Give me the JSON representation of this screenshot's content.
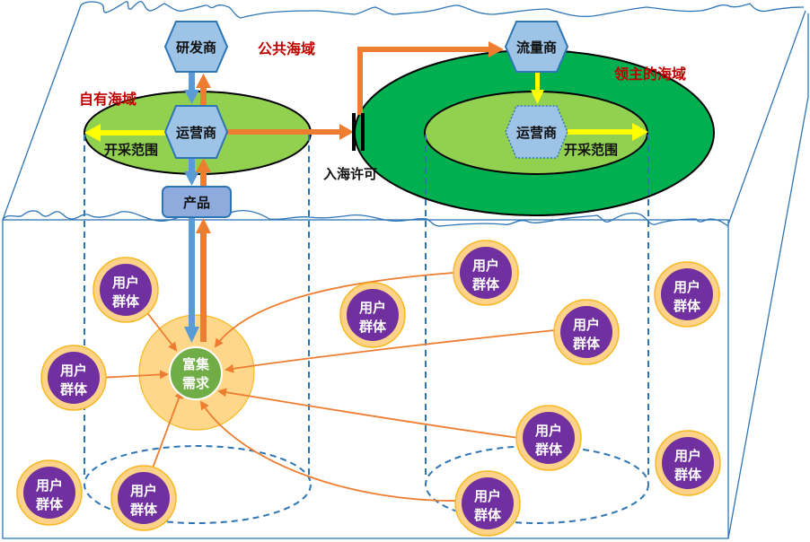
{
  "labels": {
    "public_sea": "公共海域",
    "own_sea": "自有海域",
    "lord_sea": "领主的海域",
    "entry_permit": "入海许可",
    "mining_range_left": "开采范围",
    "mining_range_right": "开采范围"
  },
  "nodes": {
    "rd_vendor": "研发商",
    "operator_left": "运营商",
    "traffic_vendor": "流量商",
    "operator_right": "运营商",
    "product": "产品",
    "core_line1": "富集",
    "core_line2": "需求"
  },
  "user_groups": [
    {
      "line1": "用户",
      "line2": "群体"
    },
    {
      "line1": "用户",
      "line2": "群体"
    },
    {
      "line1": "用户",
      "line2": "群体"
    },
    {
      "line1": "用户",
      "line2": "群体"
    },
    {
      "line1": "用户",
      "line2": "群体"
    },
    {
      "line1": "用户",
      "line2": "群体"
    },
    {
      "line1": "用户",
      "line2": "群体"
    },
    {
      "line1": "用户",
      "line2": "群体"
    },
    {
      "line1": "用户",
      "line2": "群体"
    },
    {
      "line1": "用户",
      "line2": "群体"
    },
    {
      "line1": "用户",
      "line2": "群体"
    }
  ],
  "colors": {
    "box_outline": "#2e75b6",
    "own_sea_fill": "#92d050",
    "lord_sea_fill": "#00b050",
    "hexagon_fill": "#9dc3e6",
    "hexagon_stroke": "#2e75b6",
    "arrow_orange": "#ed7d31",
    "arrow_blue": "#5b9bd5",
    "arrow_yellow": "#ffff00",
    "user_group_fill": "#7030a0",
    "user_group_ring": "#ffd28a",
    "core_fill": "#70ad47",
    "core_halo": "#ffd78a",
    "label_red": "#c00000"
  }
}
